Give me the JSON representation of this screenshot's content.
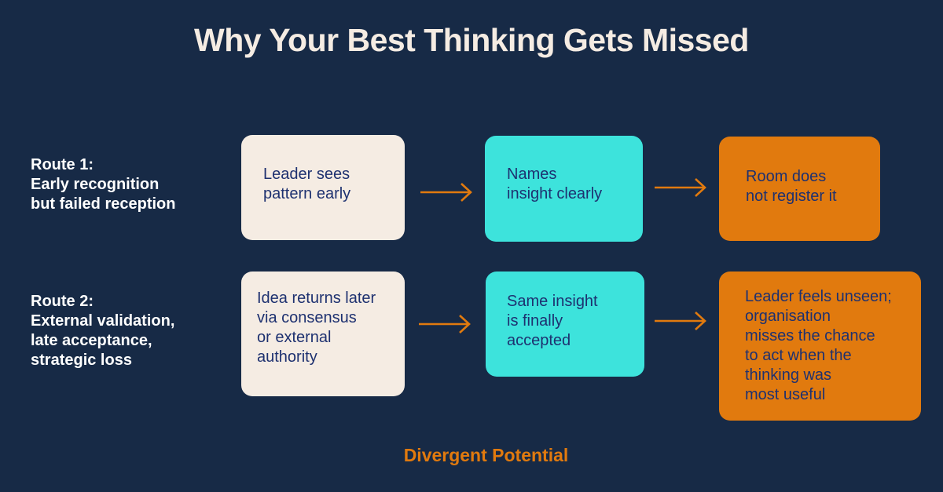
{
  "title": "Why Your Best Thinking Gets Missed",
  "routes": [
    {
      "label": "Route 1:\nEarly recognition\nbut failed reception",
      "steps": [
        "Leader sees\npattern early",
        "Names\ninsight clearly",
        "Room does\nnot register it"
      ]
    },
    {
      "label": "Route 2:\nExternal validation,\nlate acceptance,\nstrategic loss",
      "steps": [
        "Idea returns later\nvia consensus\nor external\nauthority",
        "Same insight\nis finally\naccepted",
        "Leader feels unseen;\norganisation\nmisses the chance\n to act when the\nthinking was\nmost useful"
      ]
    }
  ],
  "footer": "Divergent Potential",
  "colors": {
    "background": "#172a46",
    "cream": "#f5ece3",
    "cyan": "#3de3dc",
    "orange": "#e17a0e",
    "box_text": "#1e3170"
  },
  "icons": {
    "connector": "arrow-right-icon"
  }
}
